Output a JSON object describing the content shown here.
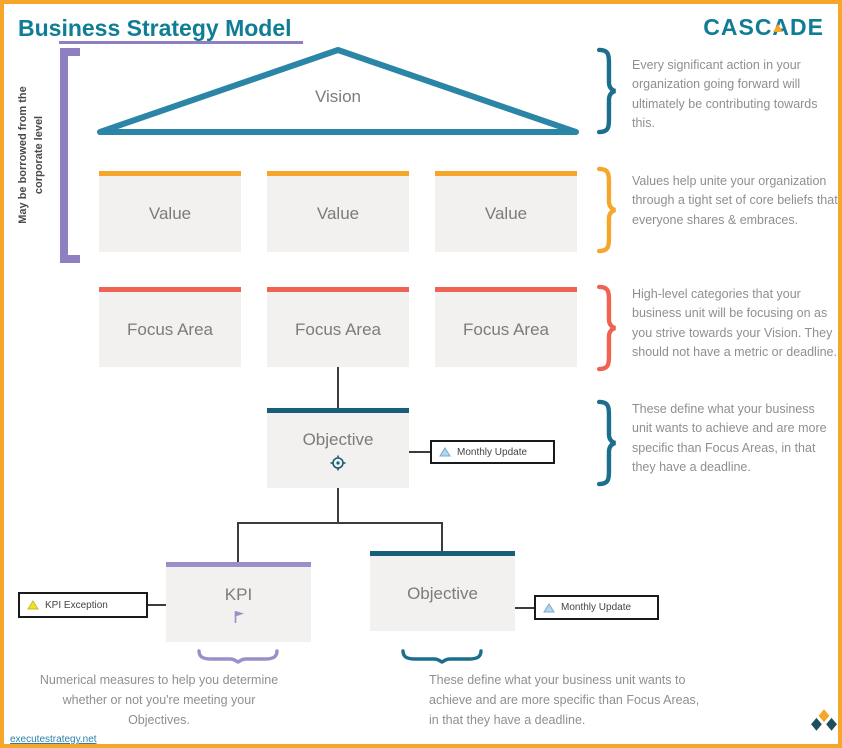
{
  "header": {
    "title": "Business Strategy Model",
    "logo_text": "CASCADE"
  },
  "side_note": "May be borrowed from the corporate level",
  "nodes": {
    "vision": "Vision",
    "values": [
      "Value",
      "Value",
      "Value"
    ],
    "focus_areas": [
      "Focus Area",
      "Focus Area",
      "Focus Area"
    ],
    "objective_top": "Objective",
    "kpi": "KPI",
    "objective_bottom": "Objective"
  },
  "badges": {
    "monthly_update_top": "Monthly Update",
    "monthly_update_bottom": "Monthly Update",
    "kpi_exception": "KPI Exception"
  },
  "annotations": {
    "vision": "Every significant action in your organization going forward will ultimately be contributing towards this.",
    "values": "Values help unite your organization through a tight set of core beliefs that everyone shares & embraces.",
    "focus_areas": "High-level categories that your business unit will be focusing on as you strive towards your Vision. They should not have a metric or deadline.",
    "objective": "These define what your business unit wants to achieve and are more specific than Focus Areas, in that they have a deadline.",
    "kpi": "Numerical measures to help you determine whether or not you're meeting your Objectives.",
    "objective_bottom": "These define what your business unit wants to achieve and are more specific than Focus Areas, in that they have a deadline."
  },
  "footer": {
    "link": "executestrategy.net"
  },
  "colors": {
    "border_orange": "#F5A62B",
    "teal": "#0F7D95",
    "teal_dark": "#175E78",
    "coral": "#EE6352",
    "purple": "#9B8EC9",
    "purple_dark": "#8E7FC0",
    "light_blue": "#AED7F2",
    "yellow": "#EFE32A",
    "box_fill": "#F2F1EF",
    "text_gray": "#7E7B78"
  }
}
